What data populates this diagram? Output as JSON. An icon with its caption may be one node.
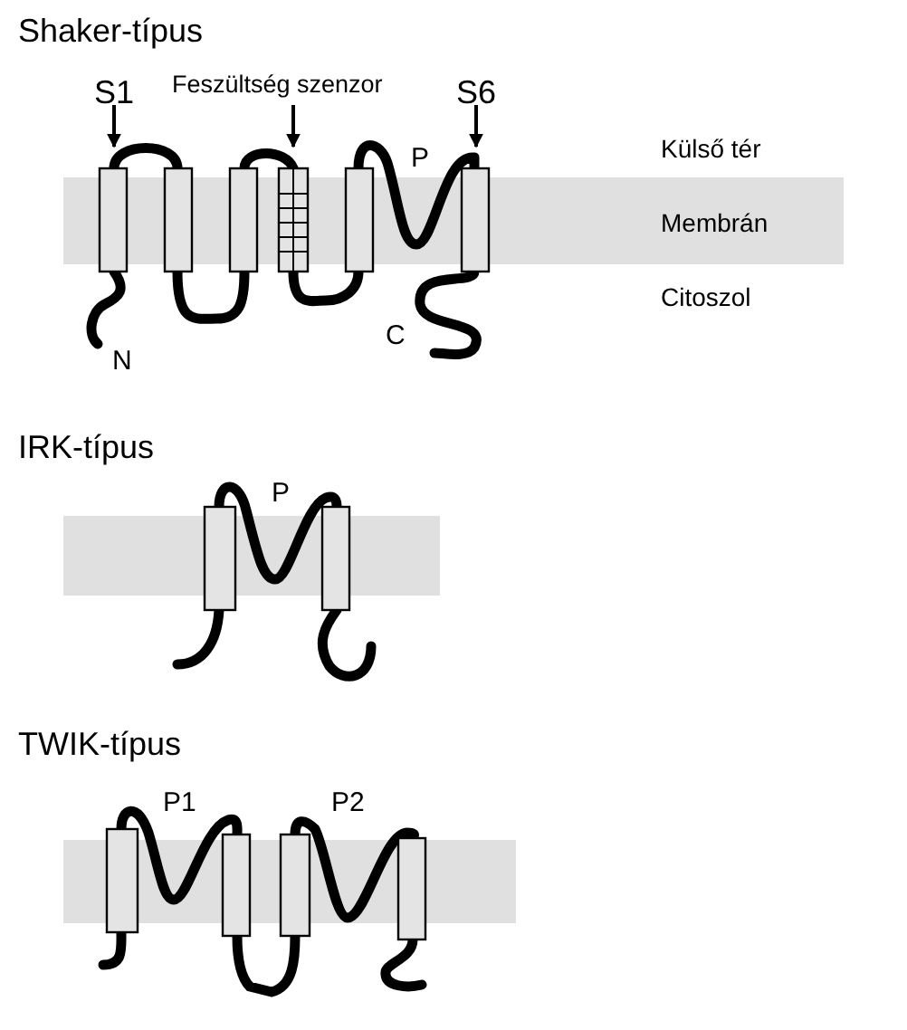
{
  "diagram": {
    "nodes": [
      {
        "text": [
          "S1"
        ]
      },
      {
        "text": [
          "Feszültség szenzor"
        ]
      },
      {
        "text": [
          "S6"
        ]
      },
      {
        "text": [],
        "shape": "bar"
      },
      {
        "text": [],
        "shape": "box"
      },
      {
        "text": [],
        "shape": "box"
      },
      {
        "text": [],
        "shape": "box"
      },
      {
        "text": [],
        "shape": "box"
      },
      {
        "text": [],
        "shape": "box"
      },
      {
        "text": [],
        "shape": "box"
      },
      {
        "text": [],
        "shape": "bar"
      },
      {
        "text": [],
        "shape": "box"
      },
      {
        "text": [],
        "shape": "box"
      },
      {
        "text": [],
        "shape": "bar"
      },
      {
        "text": [],
        "shape": "box"
      },
      {
        "text": [],
        "shape": "box"
      },
      {
        "text": [],
        "shape": "box"
      },
      {
        "text": [],
        "shape": "box"
      }
    ],
    "edges": [
      {
        "from": 0,
        "to": 4,
        "arrow": "to"
      },
      {
        "from": 1,
        "to": 7,
        "arrow": "to"
      },
      {
        "from": 2,
        "to": 9,
        "arrow": "to"
      }
    ],
    "labels": [
      "Shaker-típus",
      "P",
      "Külső tér",
      "Membrán",
      "Citoszol",
      "N",
      "C",
      "IRK-típus",
      "P",
      "TWIK-típus",
      "P1",
      "P2"
    ]
  }
}
